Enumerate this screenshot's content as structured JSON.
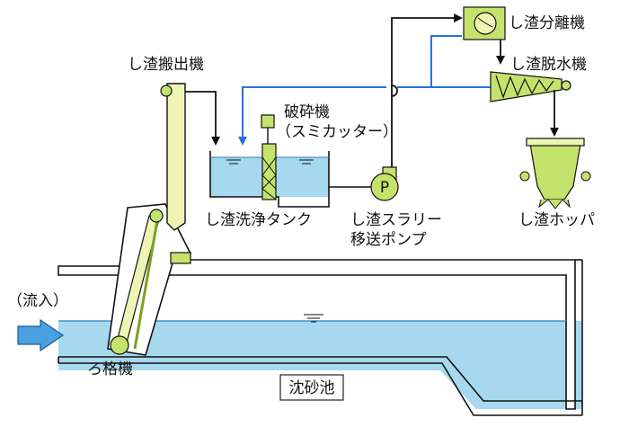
{
  "labels": {
    "screen_conveyor": "し渣搬出機",
    "crusher": "破砕機",
    "crusher_sub": "（スミカッター）",
    "separator": "し渣分離機",
    "dewatering": "し渣脱水機",
    "wash_tank": "し渣洗浄タンク",
    "pump_line1": "し渣スラリー",
    "pump_line2": "移送ポンプ",
    "hopper": "し渣ホッパ",
    "inflow": "（流入）",
    "screen": "ろ格機",
    "grit_chamber": "沈砂池",
    "pump_symbol": "P"
  },
  "colors": {
    "water": "#a6d8ef",
    "water_dark": "#6cc0e8",
    "equipment": "#c4e36d",
    "equipment_light": "#eef5b4",
    "blue_line": "#2b6ee0",
    "structure": "#111111"
  }
}
